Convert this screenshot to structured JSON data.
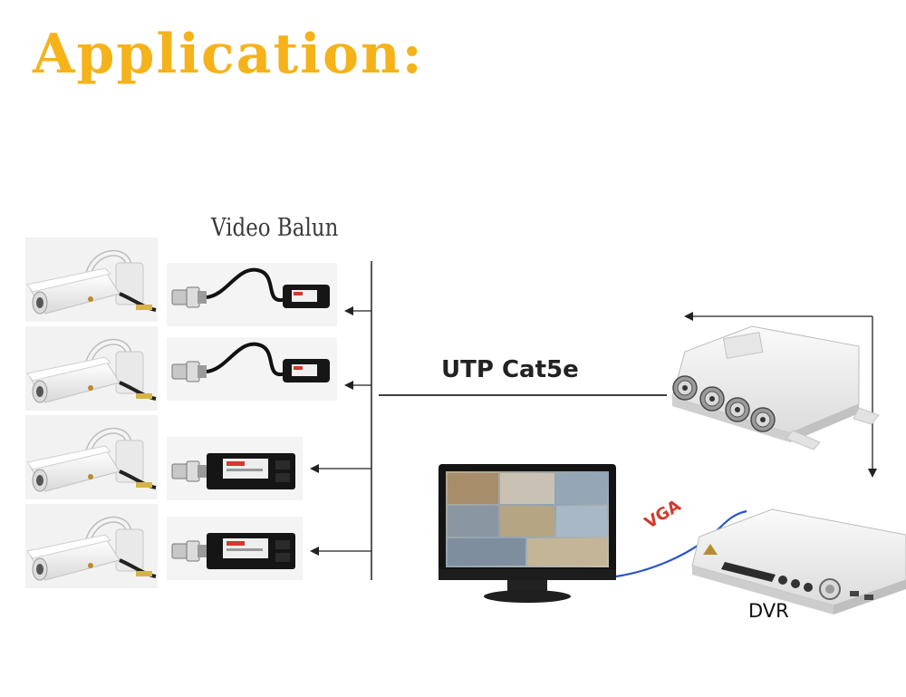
{
  "heading": "Application:",
  "labels": {
    "video_balun": "Video Balun",
    "utp_cable": "UTP Cat5e",
    "vga": "VGA",
    "dvr": "DVR"
  },
  "colors": {
    "heading": "#f5b21a",
    "vga_label": "#d23a2e",
    "vga_cable": "#2a55c8",
    "line": "#222222"
  },
  "cameras": [
    {
      "name": "camera-1"
    },
    {
      "name": "camera-2"
    },
    {
      "name": "camera-3"
    },
    {
      "name": "camera-4"
    }
  ],
  "baluns": [
    {
      "name": "balun-1",
      "style": "pigtail"
    },
    {
      "name": "balun-2",
      "style": "pigtail"
    },
    {
      "name": "balun-3",
      "style": "block"
    },
    {
      "name": "balun-4",
      "style": "block"
    }
  ]
}
